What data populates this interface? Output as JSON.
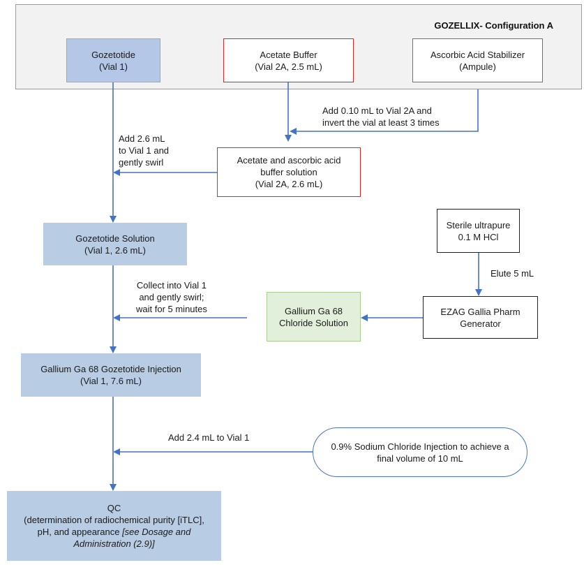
{
  "config_title": "GOZELLIX- Configuration A",
  "boxes": {
    "gozetotide": "Gozetotide\n(Vial 1)",
    "acetate_buffer": "Acetate Buffer\n(Vial 2A, 2.5 mL)",
    "ascorbic_acid": "Ascorbic Acid Stabilizer\n(Ampule)",
    "acetate_ascorbic": "Acetate and ascorbic acid\nbuffer solution\n(Vial 2A, 2.6 mL)",
    "gozetotide_solution": "Gozetotide Solution\n(Vial 1, 2.6 mL)",
    "sterile_hcl": "Sterile ultrapure\n0.1 M HCl",
    "generator": "EZAG Gallia Pharm\nGenerator",
    "gallium_chloride": "Gallium Ga 68\nChloride Solution",
    "gallium_injection": "Gallium Ga 68 Gozetotide Injection\n(Vial 1, 7.6 mL)",
    "sodium_chloride": "0.9% Sodium Chloride Injection to achieve a\nfinal volume of 10 mL",
    "qc_line1": "QC",
    "qc_line2": "(determination of radiochemical purity [iTLC],",
    "qc_line3a": "pH, and appearance ",
    "qc_line3b": "[see Dosage and",
    "qc_line4": "Administration (2.9)]"
  },
  "labels": {
    "add_010": "Add 0.10 mL to Vial 2A and\ninvert the vial at least 3 times",
    "add_26": "Add 2.6 mL\nto Vial 1 and\ngently swirl",
    "elute": "Elute  5 mL",
    "collect": "Collect into Vial 1\nand gently swirl;\nwait for 5 minutes",
    "add_24": "Add 2.4 mL to Vial 1"
  },
  "colors": {
    "arrow": "#4472c4",
    "red_border": "#e0271f",
    "blue_fill": "#b8cce4",
    "green_fill": "#e2efda"
  }
}
